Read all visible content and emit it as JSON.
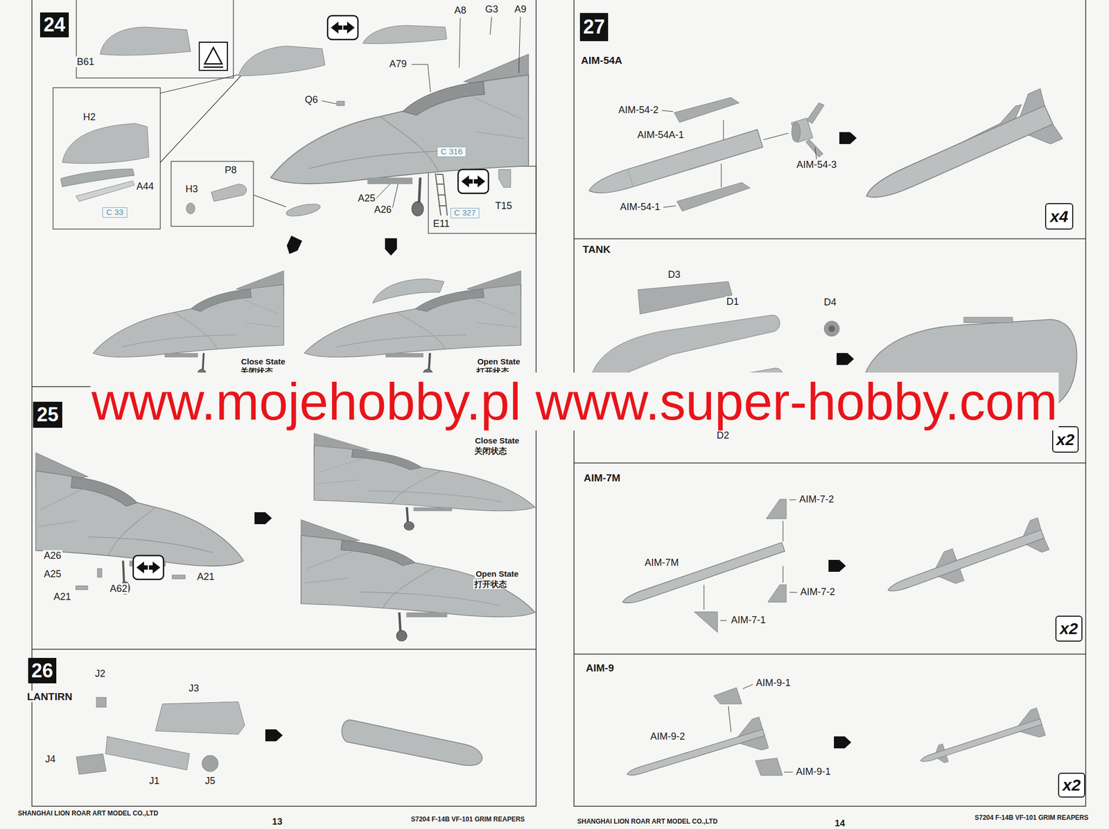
{
  "diagram": {
    "nodes": [
      {
        "text": [
          "24"
        ]
      },
      {
        "text": [
          "C 33"
        ]
      },
      {
        "text": [
          "C 316"
        ]
      },
      {
        "text": [
          "C 327"
        ]
      },
      {
        "text": [
          "25"
        ]
      },
      {
        "text": [
          "26"
        ]
      },
      {
        "text": [
          "27"
        ]
      },
      {
        "text": [
          "x4"
        ]
      },
      {
        "text": [
          "x2"
        ]
      },
      {
        "text": [
          "x2"
        ]
      },
      {
        "text": [
          "x2"
        ]
      }
    ],
    "labels": [
      "B61",
      "H2",
      "A44",
      "P8",
      "H3",
      "Q6",
      "A79",
      "A8",
      "G3",
      "A9",
      "A25",
      "A26",
      "T15",
      "E11",
      "Close State",
      "关闭状态",
      "Open State",
      "打开状态",
      "Close State",
      "关闭状态",
      "Open State",
      "打开状态",
      "A26",
      "A25",
      "A62",
      "A21",
      "A21",
      "LANTIRN",
      "J2",
      "J3",
      "J4",
      "J1",
      "J5",
      "AIM-54A",
      "AIM-54-2",
      "AIM-54A-1",
      "AIM-54-3",
      "AIM-54-1",
      "TANK",
      "D3",
      "D1",
      "D4",
      "D2",
      "AIM-7M",
      "AIM-7-2",
      "AIM-7M",
      "AIM-7-2",
      "AIM-7-1",
      "AIM-9",
      "AIM-9-1",
      "AIM-9-2",
      "AIM-9-1",
      "www.mojehobby.pl www.super-hobby.com",
      "SHANGHAI LION ROAR ART MODEL CO.,LTD",
      "13",
      "S7204 F-14B VF-101 GRIM REAPERS",
      "SHANGHAI LION ROAR ART MODEL CO.,LTD",
      "14",
      "S7204 F-14B VF-101 GRIM REAPERS"
    ]
  }
}
